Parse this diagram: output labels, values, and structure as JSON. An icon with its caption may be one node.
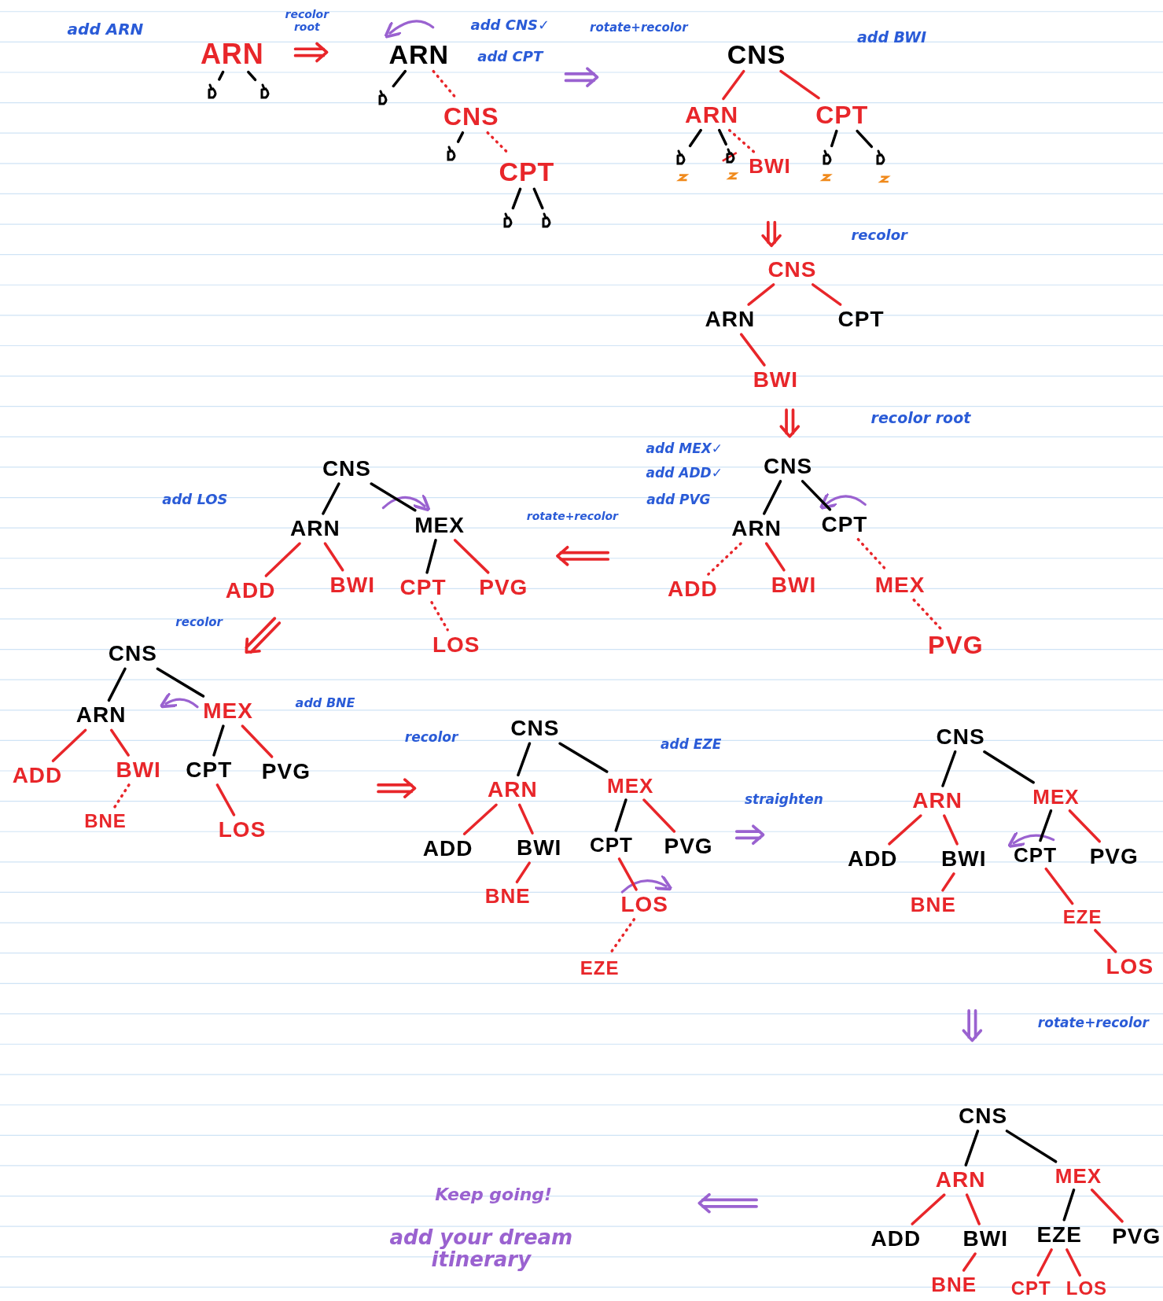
{
  "diagram": {
    "nodes": [
      {
        "text": [
          "ARN"
        ]
      },
      {
        "text": [],
        "shape": "box"
      },
      {
        "text": [],
        "shape": "box"
      },
      {
        "text": [
          "ARN"
        ]
      },
      {
        "text": [],
        "shape": "box"
      },
      {
        "text": [
          "CNS"
        ]
      },
      {
        "text": [],
        "shape": "box"
      },
      {
        "text": [
          "CPT"
        ]
      },
      {
        "text": [],
        "shape": "box"
      },
      {
        "text": [],
        "shape": "box"
      },
      {
        "text": [
          "CNS"
        ]
      },
      {
        "text": [
          "ARN"
        ]
      },
      {
        "text": [
          "CPT"
        ]
      },
      {
        "text": [],
        "shape": "box"
      },
      {
        "text": [],
        "shape": "box"
      },
      {
        "text": [
          "BWI"
        ]
      },
      {
        "text": [],
        "shape": "box"
      },
      {
        "text": [],
        "shape": "box"
      },
      {
        "text": [
          "CNS"
        ]
      },
      {
        "text": [
          "ARN"
        ]
      },
      {
        "text": [
          "CPT"
        ]
      },
      {
        "text": [
          "BWI"
        ]
      },
      {
        "text": [
          "CNS"
        ]
      },
      {
        "text": [
          "ARN"
        ]
      },
      {
        "text": [
          "CPT"
        ]
      },
      {
        "text": [
          "ADD"
        ]
      },
      {
        "text": [
          "BWI"
        ]
      },
      {
        "text": [
          "MEX"
        ]
      },
      {
        "text": [
          "PVG"
        ]
      },
      {
        "text": [
          "CNS"
        ]
      },
      {
        "text": [
          "ARN"
        ]
      },
      {
        "text": [
          "MEX"
        ]
      },
      {
        "text": [
          "ADD"
        ]
      },
      {
        "text": [
          "BWI"
        ]
      },
      {
        "text": [
          "CPT"
        ]
      },
      {
        "text": [
          "PVG"
        ]
      },
      {
        "text": [
          "LOS"
        ]
      },
      {
        "text": [
          "CNS"
        ]
      },
      {
        "text": [
          "ARN"
        ]
      },
      {
        "text": [
          "MEX"
        ]
      },
      {
        "text": [
          "ADD"
        ]
      },
      {
        "text": [
          "BWI"
        ]
      },
      {
        "text": [
          "CPT"
        ]
      },
      {
        "text": [
          "PVG"
        ]
      },
      {
        "text": [
          "BNE"
        ]
      },
      {
        "text": [
          "LOS"
        ]
      },
      {
        "text": [
          "CNS"
        ]
      },
      {
        "text": [
          "ARN"
        ]
      },
      {
        "text": [
          "MEX"
        ]
      },
      {
        "text": [
          "ADD"
        ]
      },
      {
        "text": [
          "BWI"
        ]
      },
      {
        "text": [
          "CPT"
        ]
      },
      {
        "text": [
          "PVG"
        ]
      },
      {
        "text": [
          "BNE"
        ]
      },
      {
        "text": [
          "LOS"
        ]
      },
      {
        "text": [
          "EZE"
        ]
      },
      {
        "text": [
          "CNS"
        ]
      },
      {
        "text": [
          "ARN"
        ]
      },
      {
        "text": [
          "MEX"
        ]
      },
      {
        "text": [
          "ADD"
        ]
      },
      {
        "text": [
          "BWI"
        ]
      },
      {
        "text": [
          "CPT"
        ]
      },
      {
        "text": [
          "PVG"
        ]
      },
      {
        "text": [
          "BNE"
        ]
      },
      {
        "text": [
          "EZE"
        ]
      },
      {
        "text": [
          "LOS"
        ]
      },
      {
        "text": [
          "CNS"
        ]
      },
      {
        "text": [
          "ARN"
        ]
      },
      {
        "text": [
          "MEX"
        ]
      },
      {
        "text": [
          "ADD"
        ]
      },
      {
        "text": [
          "BWI"
        ]
      },
      {
        "text": [
          "EZE"
        ]
      },
      {
        "text": [
          "PVG"
        ]
      },
      {
        "text": [
          "BNE"
        ]
      },
      {
        "text": [
          "CPT"
        ]
      },
      {
        "text": [
          "LOS"
        ]
      }
    ],
    "edges": [
      {
        "from": 0,
        "to": 1,
        "arrow": "none",
        "color": "#000000"
      },
      {
        "from": 0,
        "to": 2,
        "arrow": "none",
        "color": "#000000"
      },
      {
        "from": 3,
        "to": 4,
        "arrow": "none",
        "color": "#000000"
      },
      {
        "from": 3,
        "to": 5,
        "arrow": "none",
        "style": "dashed"
      },
      {
        "from": 5,
        "to": 6,
        "arrow": "none",
        "color": "#000000"
      },
      {
        "from": 5,
        "to": 7,
        "arrow": "none",
        "style": "dashed"
      },
      {
        "from": 7,
        "to": 8,
        "arrow": "none",
        "color": "#000000"
      },
      {
        "from": 7,
        "to": 9,
        "arrow": "none",
        "color": "#000000"
      },
      {
        "from": 10,
        "to": 11,
        "arrow": "none"
      },
      {
        "from": 10,
        "to": 12,
        "arrow": "none"
      },
      {
        "from": 11,
        "to": 13,
        "arrow": "none",
        "color": "#000000"
      },
      {
        "from": 11,
        "to": 14,
        "arrow": "none",
        "color": "#000000"
      },
      {
        "from": 11,
        "to": 15,
        "arrow": "none",
        "style": "dashed"
      },
      {
        "from": 12,
        "to": 16,
        "arrow": "none",
        "color": "#000000"
      },
      {
        "from": 12,
        "to": 17,
        "arrow": "none",
        "color": "#000000"
      },
      {
        "from": 18,
        "to": 19,
        "arrow": "none"
      },
      {
        "from": 18,
        "to": 20,
        "arrow": "none"
      },
      {
        "from": 19,
        "to": 21,
        "arrow": "none"
      },
      {
        "from": 22,
        "to": 23,
        "arrow": "none",
        "color": "#000000"
      },
      {
        "from": 22,
        "to": 24,
        "arrow": "none",
        "color": "#000000"
      },
      {
        "from": 23,
        "to": 25,
        "arrow": "none",
        "style": "dashed"
      },
      {
        "from": 23,
        "to": 26,
        "arrow": "none"
      },
      {
        "from": 24,
        "to": 27,
        "arrow": "none",
        "style": "dashed"
      },
      {
        "from": 27,
        "to": 28,
        "arrow": "none",
        "style": "dashed"
      },
      {
        "from": 29,
        "to": 30,
        "arrow": "none",
        "color": "#000000"
      },
      {
        "from": 29,
        "to": 31,
        "arrow": "none",
        "color": "#000000"
      },
      {
        "from": 30,
        "to": 32,
        "arrow": "none"
      },
      {
        "from": 30,
        "to": 33,
        "arrow": "none"
      },
      {
        "from": 31,
        "to": 34,
        "arrow": "none",
        "color": "#000000"
      },
      {
        "from": 31,
        "to": 35,
        "arrow": "none"
      },
      {
        "from": 34,
        "to": 36,
        "arrow": "none",
        "style": "dashed"
      },
      {
        "from": 37,
        "to": 38,
        "arrow": "none",
        "color": "#000000"
      },
      {
        "from": 37,
        "to": 39,
        "arrow": "none",
        "color": "#000000"
      },
      {
        "from": 38,
        "to": 40,
        "arrow": "none"
      },
      {
        "from": 38,
        "to": 41,
        "arrow": "none"
      },
      {
        "from": 39,
        "to": 42,
        "arrow": "none",
        "color": "#000000"
      },
      {
        "from": 39,
        "to": 43,
        "arrow": "none"
      },
      {
        "from": 41,
        "to": 44,
        "arrow": "none",
        "style": "dashed"
      },
      {
        "from": 42,
        "to": 45,
        "arrow": "none"
      },
      {
        "from": 46,
        "to": 47,
        "arrow": "none",
        "color": "#000000"
      },
      {
        "from": 46,
        "to": 48,
        "arrow": "none",
        "color": "#000000"
      },
      {
        "from": 47,
        "to": 49,
        "arrow": "none"
      },
      {
        "from": 47,
        "to": 50,
        "arrow": "none"
      },
      {
        "from": 48,
        "to": 51,
        "arrow": "none",
        "color": "#000000"
      },
      {
        "from": 48,
        "to": 52,
        "arrow": "none"
      },
      {
        "from": 50,
        "to": 53,
        "arrow": "none"
      },
      {
        "from": 51,
        "to": 54,
        "arrow": "none"
      },
      {
        "from": 54,
        "to": 55,
        "arrow": "none",
        "style": "dashed"
      },
      {
        "from": 56,
        "to": 57,
        "arrow": "none",
        "color": "#000000"
      },
      {
        "from": 56,
        "to": 58,
        "arrow": "none",
        "color": "#000000"
      },
      {
        "from": 57,
        "to": 59,
        "arrow": "none"
      },
      {
        "from": 57,
        "to": 60,
        "arrow": "none"
      },
      {
        "from": 58,
        "to": 61,
        "arrow": "none",
        "color": "#000000"
      },
      {
        "from": 58,
        "to": 62,
        "arrow": "none"
      },
      {
        "from": 60,
        "to": 63,
        "arrow": "none"
      },
      {
        "from": 61,
        "to": 64,
        "arrow": "none"
      },
      {
        "from": 64,
        "to": 65,
        "arrow": "none"
      },
      {
        "from": 66,
        "to": 67,
        "arrow": "none",
        "color": "#000000"
      },
      {
        "from": 66,
        "to": 68,
        "arrow": "none",
        "color": "#000000"
      },
      {
        "from": 67,
        "to": 69,
        "arrow": "none"
      },
      {
        "from": 67,
        "to": 70,
        "arrow": "none"
      },
      {
        "from": 68,
        "to": 71,
        "arrow": "none",
        "color": "#000000"
      },
      {
        "from": 68,
        "to": 72,
        "arrow": "none"
      },
      {
        "from": 70,
        "to": 73,
        "arrow": "none"
      },
      {
        "from": 71,
        "to": 74,
        "arrow": "none"
      },
      {
        "from": 71,
        "to": 75,
        "arrow": "none"
      }
    ],
    "labels": [
      "add ARN",
      "recolor root",
      "add CNS✓",
      "rotate+recolor",
      "add BWI",
      "add CPT",
      "recolor",
      "recolor root",
      "add MEX✓",
      "add ADD✓",
      "add PVG",
      "add LOS",
      "rotate+recolor",
      "recolor",
      "add BNE",
      "recolor",
      "add EZE",
      "straighten",
      "rotate+recolor",
      "Keep going!",
      "add your dream itinerary"
    ]
  }
}
